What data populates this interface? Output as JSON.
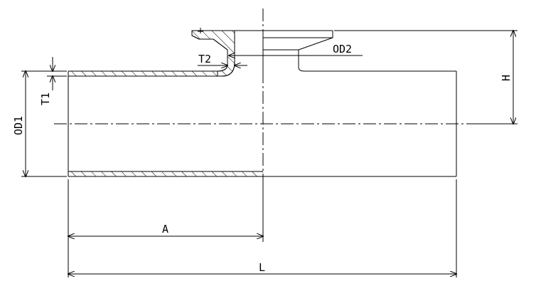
{
  "drawing": {
    "labels": {
      "A": "A",
      "L": "L",
      "H": "H",
      "OD1": "OD1",
      "OD2": "OD2",
      "T1": "T1",
      "T2": "T2"
    },
    "colors": {
      "line": "#000000",
      "background": "#ffffff"
    }
  }
}
